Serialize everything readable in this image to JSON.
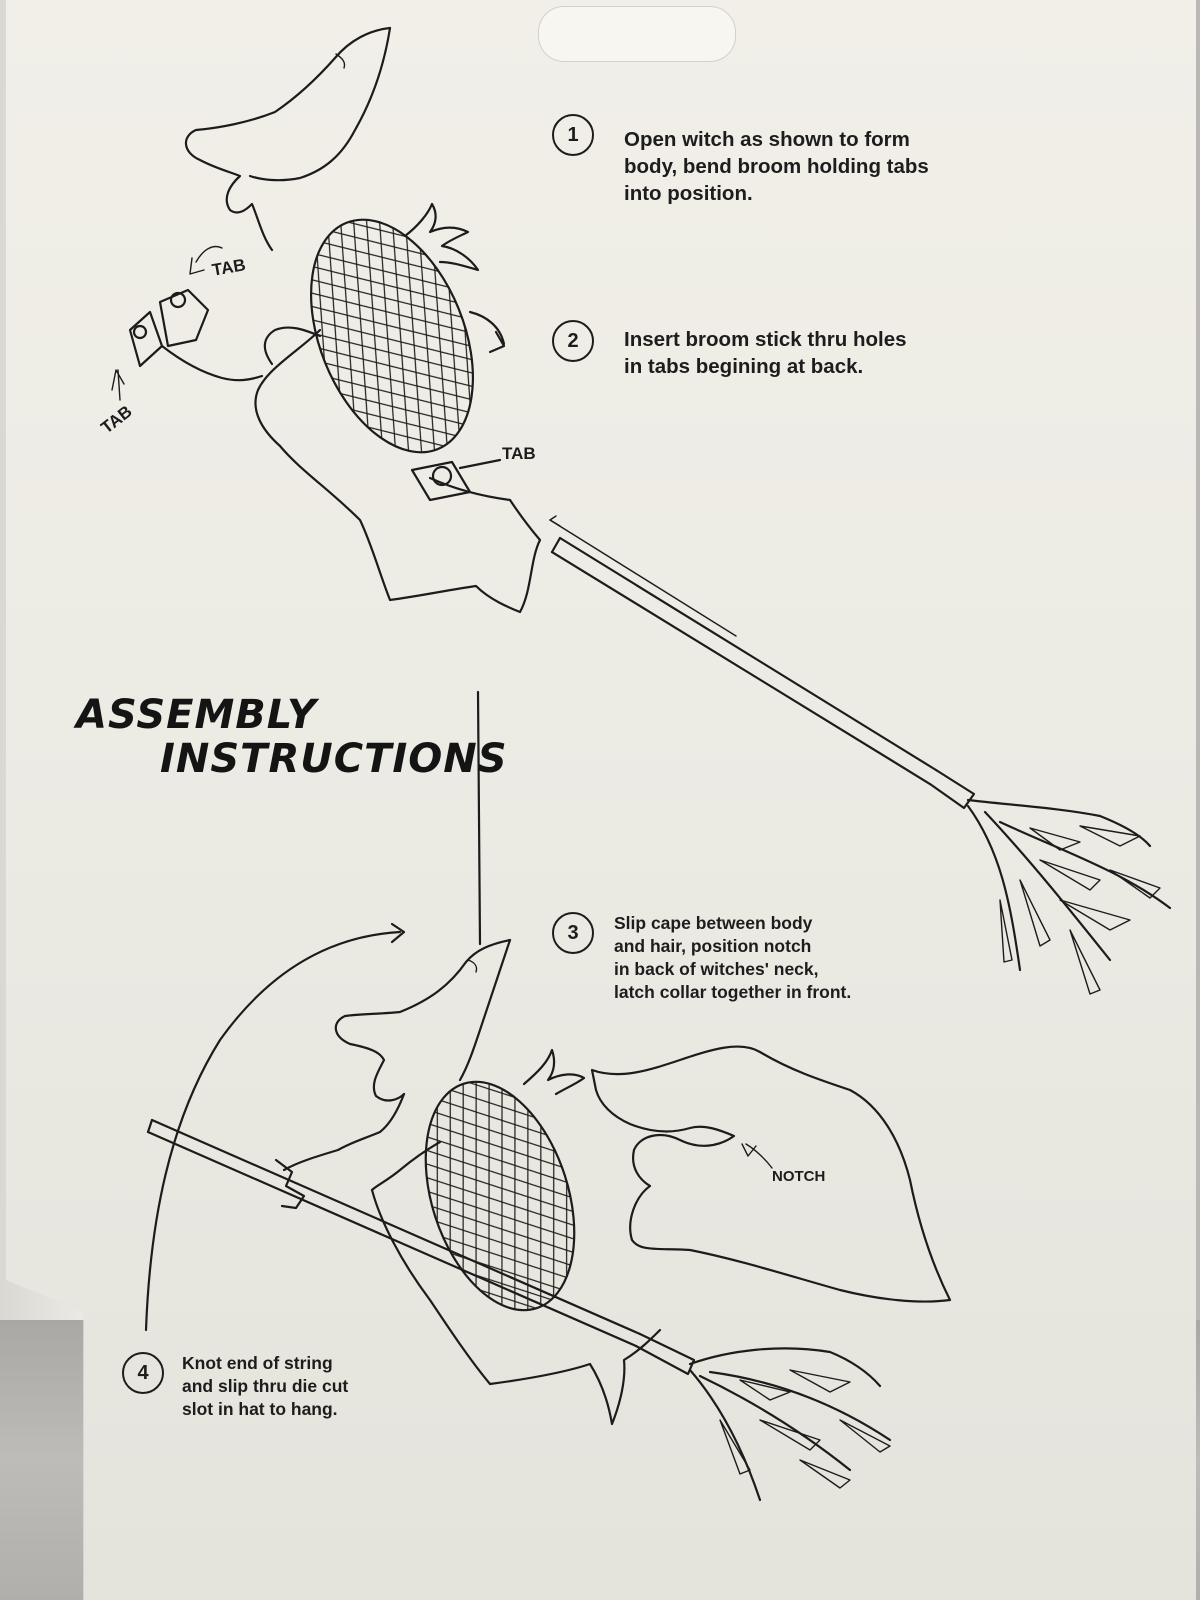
{
  "title": {
    "line1": "ASSEMBLY",
    "line2": "INSTRUCTIONS"
  },
  "steps": [
    {
      "number": "1",
      "text": "Open witch as shown to form\nbody, bend broom holding tabs\ninto position."
    },
    {
      "number": "2",
      "text": "Insert broom stick thru holes\nin tabs begining at back."
    },
    {
      "number": "3",
      "text": "Slip cape between body\nand hair, position notch\nin back of witches' neck,\nlatch collar together in front."
    },
    {
      "number": "4",
      "text": "Knot end of string\nand slip thru die cut\nslot in hat to hang."
    }
  ],
  "labels": {
    "tab_top": "TAB",
    "tab_left": "TAB",
    "tab_bottom": "TAB",
    "notch": "NOTCH"
  },
  "colors": {
    "card": "#eeede6",
    "ink": "#1c1c1c",
    "background": "#b9b8b4"
  }
}
